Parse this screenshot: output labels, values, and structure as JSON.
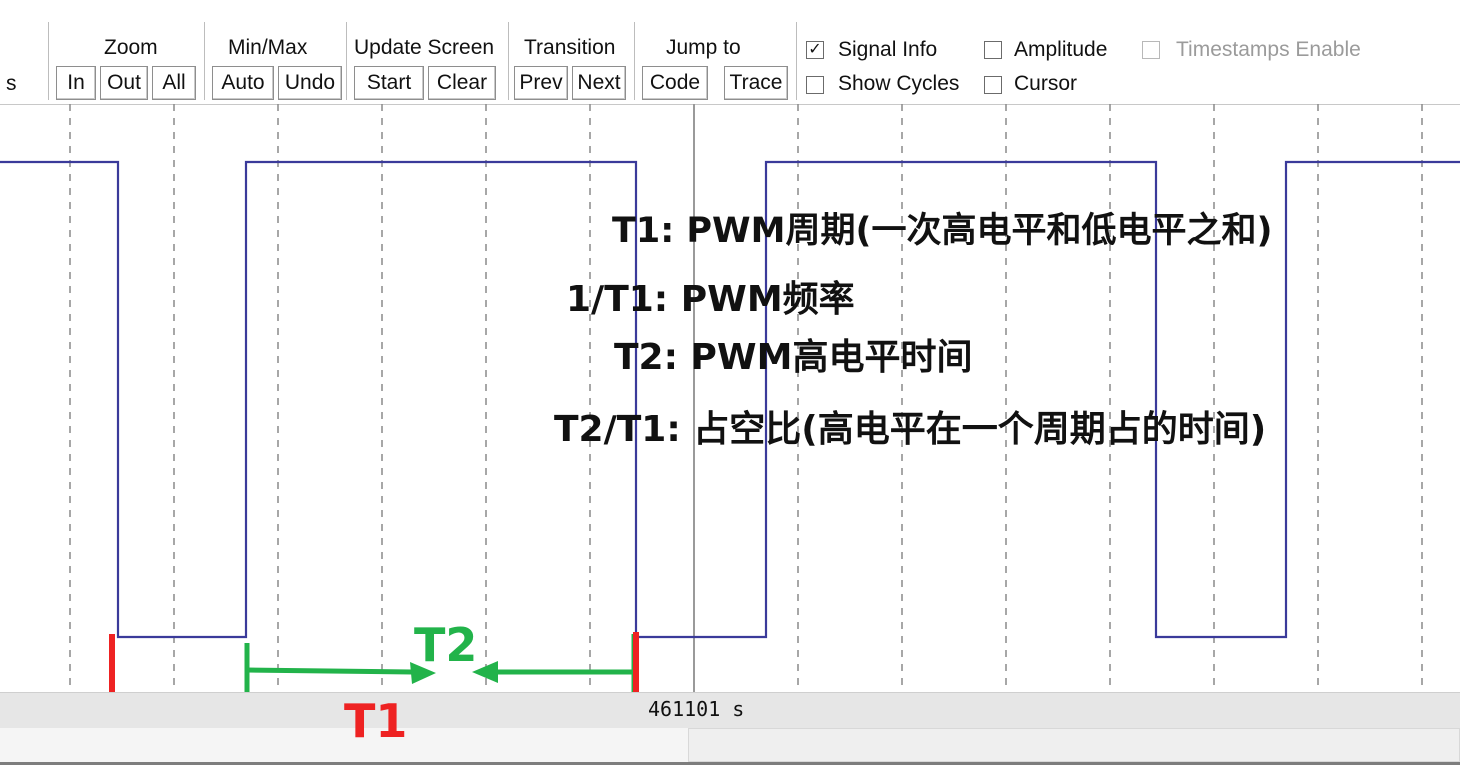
{
  "toolbar": {
    "cut_left_label": "s",
    "zoom": {
      "title": "Zoom",
      "in": "In",
      "out": "Out",
      "all": "All"
    },
    "minmax": {
      "title": "Min/Max",
      "auto": "Auto",
      "undo": "Undo"
    },
    "update": {
      "title": "Update Screen",
      "start": "Start",
      "clear": "Clear"
    },
    "transition": {
      "title": "Transition",
      "prev": "Prev",
      "next": "Next"
    },
    "jump": {
      "title": "Jump to",
      "code": "Code",
      "trace": "Trace"
    },
    "options": {
      "signal_info": {
        "label": "Signal Info",
        "checked": true,
        "mark": "✓"
      },
      "amplitude": {
        "label": "Amplitude",
        "checked": false
      },
      "timestamps": {
        "label": "Timestamps Enable",
        "checked": false,
        "disabled": true
      },
      "show_cycles": {
        "label": "Show Cycles",
        "checked": false
      },
      "cursor": {
        "label": "Cursor",
        "checked": false
      }
    }
  },
  "status": {
    "time": "461101 s"
  },
  "annotations": {
    "line1": "T1:   PWM周期(一次高电平和低电平之和)",
    "line2": "1/T1: PWM频率",
    "line3": "T2:   PWM高电平时间",
    "line4": "T2/T1:  占空比(高电平在一个周期占的时间)",
    "t1_label": "T1",
    "t2_label": "T2"
  },
  "colors": {
    "wave": "#3a3a9a",
    "grid": "#8a8a8a",
    "t1": "#ee2222",
    "t2": "#22b34a"
  }
}
